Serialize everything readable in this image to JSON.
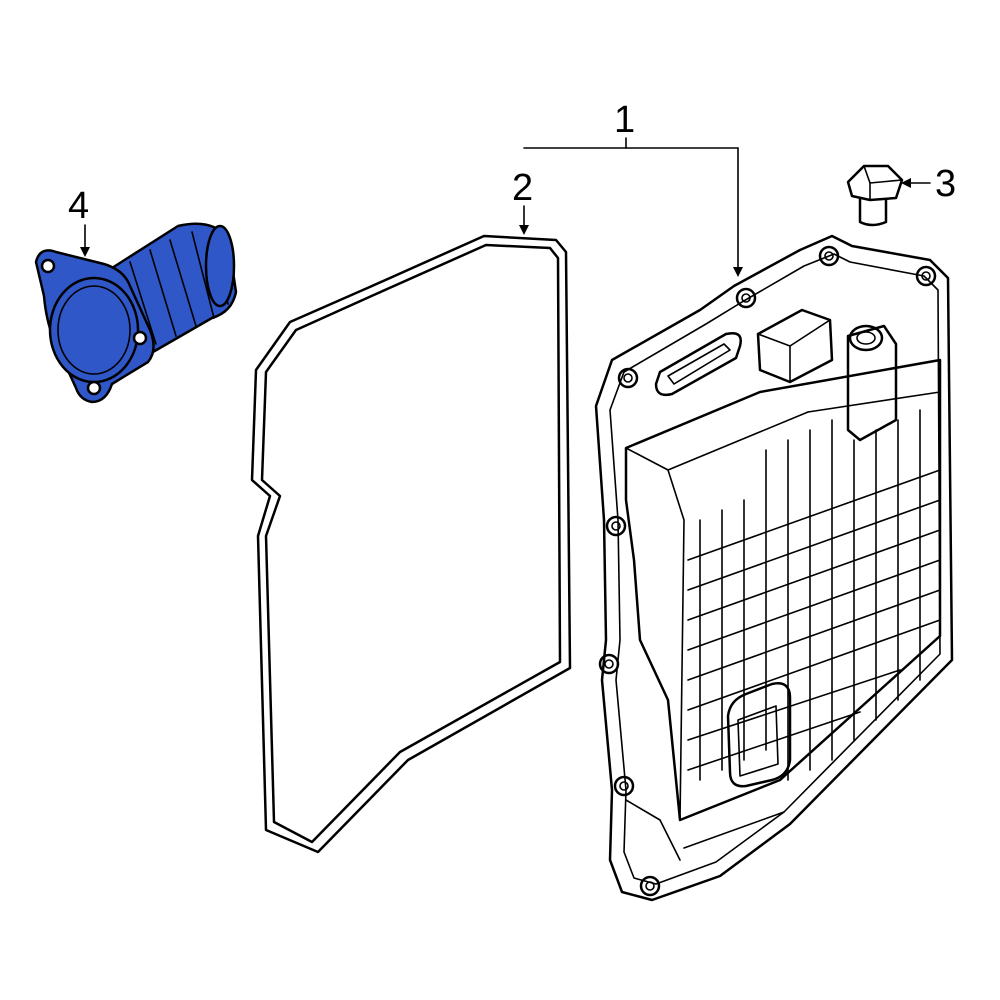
{
  "callouts": {
    "c1": "1",
    "c2": "2",
    "c3": "3",
    "c4": "4"
  },
  "colors": {
    "highlight": "#2f57c8",
    "line": "#000000",
    "background": "#ffffff"
  }
}
